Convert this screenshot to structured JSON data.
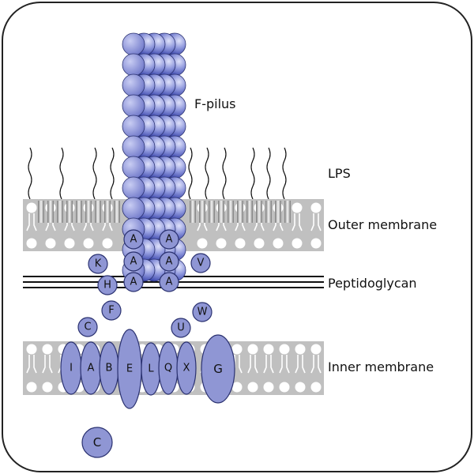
{
  "labels": {
    "f_pilus": "F-pilus",
    "lps": "LPS",
    "outer_membrane": "Outer membrane",
    "peptidoglycan": "Peptidoglycan",
    "inner_membrane": "Inner membrane"
  },
  "pilus_base": [
    {
      "id": "a1",
      "text": "A"
    },
    {
      "id": "a2",
      "text": "A"
    },
    {
      "id": "a3",
      "text": "A"
    },
    {
      "id": "a4",
      "text": "A"
    },
    {
      "id": "a5",
      "text": "A"
    },
    {
      "id": "a6",
      "text": "A"
    }
  ],
  "periplasm_proteins": [
    {
      "id": "k",
      "text": "K"
    },
    {
      "id": "h",
      "text": "H"
    },
    {
      "id": "f",
      "text": "F"
    },
    {
      "id": "c_upper",
      "text": "C"
    },
    {
      "id": "v",
      "text": "V"
    },
    {
      "id": "u",
      "text": "U"
    },
    {
      "id": "w",
      "text": "W"
    }
  ],
  "inner_membrane_proteins": [
    {
      "id": "i",
      "text": "I"
    },
    {
      "id": "a",
      "text": "A"
    },
    {
      "id": "b",
      "text": "B"
    },
    {
      "id": "e",
      "text": "E"
    },
    {
      "id": "l",
      "text": "L"
    },
    {
      "id": "q",
      "text": "Q"
    },
    {
      "id": "x",
      "text": "X"
    },
    {
      "id": "g",
      "text": "G"
    }
  ],
  "cytoplasm_proteins": [
    {
      "id": "c_lower",
      "text": "C"
    }
  ],
  "colors": {
    "protein_fill": "#8f96d4",
    "protein_stroke": "#2a3170",
    "membrane_gray": "#c0c0c0",
    "pilus_dark": "#3a47b3",
    "frame": "#222222"
  }
}
